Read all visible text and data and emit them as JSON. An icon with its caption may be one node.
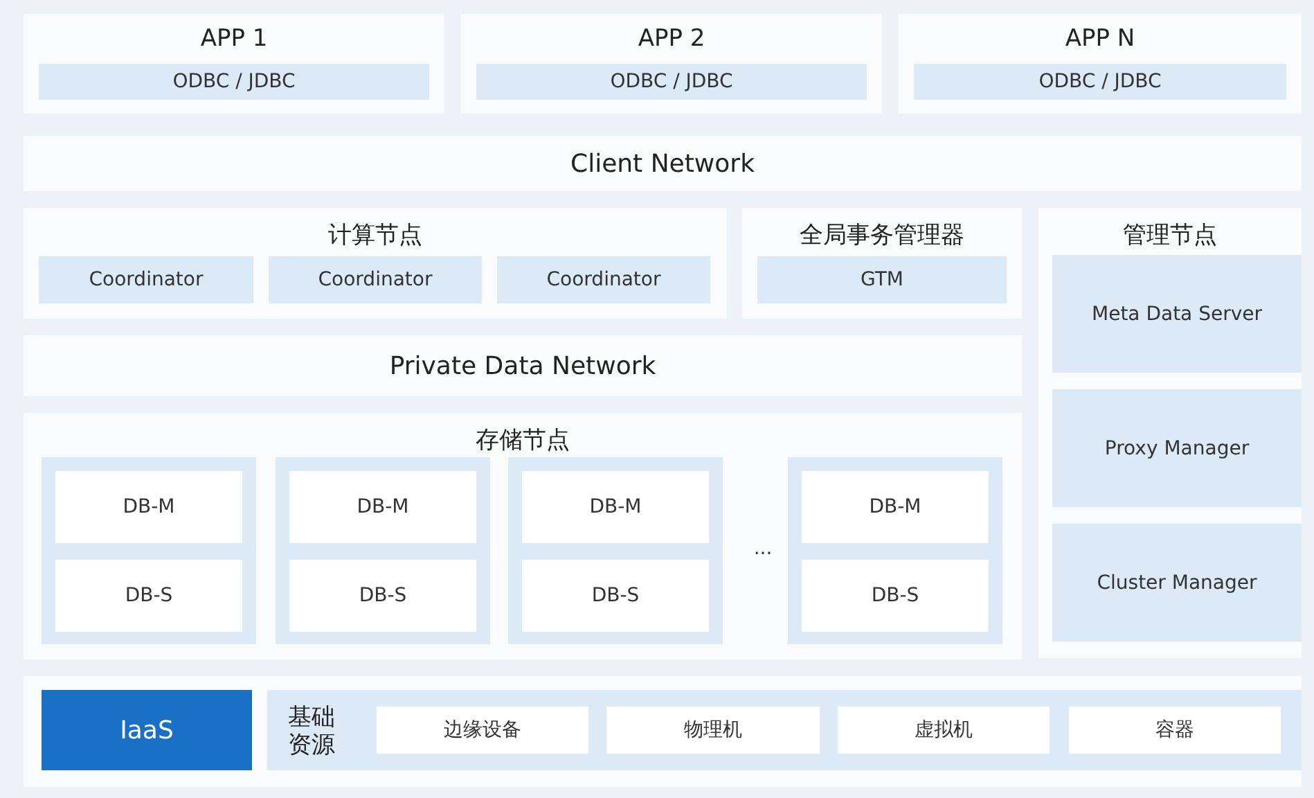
{
  "diagram": {
    "nodes": [
      {
        "text": [
          "APP 1"
        ]
      },
      {
        "text": [
          "ODBC / JDBC"
        ],
        "in": 0
      },
      {
        "text": [
          "APP 2"
        ]
      },
      {
        "text": [
          "ODBC / JDBC"
        ],
        "in": 2
      },
      {
        "text": [
          "APP N"
        ]
      },
      {
        "text": [
          "ODBC / JDBC"
        ],
        "in": 4
      },
      {
        "text": [
          "Client Network"
        ]
      },
      {
        "text": [
          "计算节点"
        ]
      },
      {
        "text": [
          "Coordinator"
        ],
        "in": 7
      },
      {
        "text": [
          "Coordinator"
        ],
        "in": 7
      },
      {
        "text": [
          "Coordinator"
        ],
        "in": 7
      },
      {
        "text": [
          "全局事务管理器"
        ]
      },
      {
        "text": [
          "GTM"
        ],
        "in": 11
      },
      {
        "text": [
          "管理节点"
        ]
      },
      {
        "text": [
          "Meta Data Server"
        ],
        "in": 13
      },
      {
        "text": [
          "Proxy Manager"
        ],
        "in": 13
      },
      {
        "text": [
          "Cluster Manager"
        ],
        "in": 13
      },
      {
        "text": [
          "Private Data Network"
        ]
      },
      {
        "text": [
          "存储节点"
        ]
      },
      {
        "text": [],
        "shape": "box",
        "in": 18
      },
      {
        "text": [
          "DB-M"
        ],
        "in": 19
      },
      {
        "text": [
          "DB-S"
        ],
        "in": 19
      },
      {
        "text": [],
        "shape": "box",
        "in": 18
      },
      {
        "text": [
          "DB-M"
        ],
        "in": 22
      },
      {
        "text": [
          "DB-S"
        ],
        "in": 22
      },
      {
        "text": [],
        "shape": "box",
        "in": 18
      },
      {
        "text": [
          "DB-M"
        ],
        "in": 25
      },
      {
        "text": [
          "DB-S"
        ],
        "in": 25
      },
      {
        "text": [],
        "shape": "box",
        "in": 18
      },
      {
        "text": [
          "DB-M"
        ],
        "in": 28
      },
      {
        "text": [
          "DB-S"
        ],
        "in": 28
      },
      {
        "text": [],
        "shape": "box"
      },
      {
        "text": [
          "IaaS"
        ],
        "in": 31
      },
      {
        "text": [
          "基础资源"
        ],
        "in": 31
      },
      {
        "text": [
          "边缘设备"
        ],
        "in": 33
      },
      {
        "text": [
          "物理机"
        ],
        "in": 33
      },
      {
        "text": [
          "虚拟机"
        ],
        "in": 33
      },
      {
        "text": [
          "容器"
        ],
        "in": 33
      }
    ],
    "edges": [],
    "labels": [
      "..."
    ]
  }
}
